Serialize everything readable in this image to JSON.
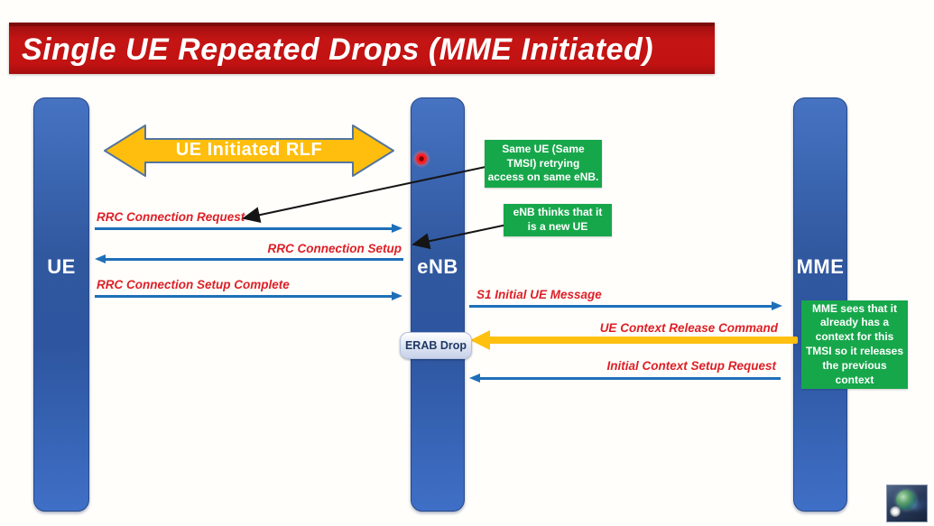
{
  "title": {
    "text": "Single UE Repeated Drops (MME Initiated)"
  },
  "actors": [
    {
      "label": "UE"
    },
    {
      "label": "eNB"
    },
    {
      "label": "MME"
    }
  ],
  "rlf_banner": {
    "label": "UE Initiated RLF"
  },
  "messages": [
    {
      "label": "RRC Connection Request",
      "from": "UE",
      "to": "eNB",
      "style": "blue"
    },
    {
      "label": "RRC Connection Setup",
      "from": "eNB",
      "to": "UE",
      "style": "blue"
    },
    {
      "label": "RRC Connection Setup Complete",
      "from": "UE",
      "to": "eNB",
      "style": "blue"
    },
    {
      "label": "S1 Initial UE Message",
      "from": "eNB",
      "to": "MME",
      "style": "blue"
    },
    {
      "label": "UE Context Release Command",
      "from": "MME",
      "to": "eNB",
      "style": "yellow"
    },
    {
      "label": "Initial Context Setup Request",
      "from": "MME",
      "to": "eNB",
      "style": "blue"
    }
  ],
  "callouts": [
    {
      "text": "Same UE (Same\nTMSI) retrying\naccess on same eNB."
    },
    {
      "text": "eNB thinks that it\nis a new UE"
    },
    {
      "text": "MME sees that it\nalready has a\ncontext for this\nTMSI so it releases\nthe previous\ncontext"
    }
  ],
  "event_marker": {
    "label": "ERAB Drop"
  },
  "colors": {
    "title_bar_red": "#c21212",
    "lifeline_blue": "#3c69b4",
    "message_arrow_blue": "#1e6fb8",
    "highlight_yellow": "#ffc010",
    "callout_green": "#17a74b",
    "message_label_red": "#dd1f26"
  }
}
